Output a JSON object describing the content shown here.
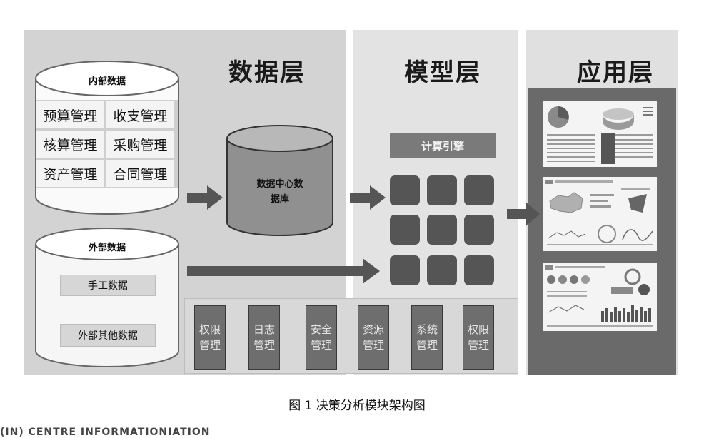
{
  "layers": {
    "data": "数据层",
    "model": "模型层",
    "app": "应用层"
  },
  "internal_data": {
    "title": "内部数据",
    "modules": [
      "预算管理",
      "收支管理",
      "核算管理",
      "采购管理",
      "资产管理",
      "合同管理"
    ]
  },
  "external_data": {
    "title": "外部数据",
    "items": [
      "手工数据",
      "外部其他数据"
    ]
  },
  "center_db": {
    "line1": "数据中心数",
    "line2": "据库"
  },
  "engine": {
    "label": "计算引擎"
  },
  "management": [
    {
      "line1": "权限",
      "line2": "管理"
    },
    {
      "line1": "日志",
      "line2": "管理"
    },
    {
      "line1": "安全",
      "line2": "管理"
    },
    {
      "line1": "资源",
      "line2": "管理"
    },
    {
      "line1": "系统",
      "line2": "管理"
    },
    {
      "line1": "权限",
      "line2": "管理"
    }
  ],
  "caption": "图 1  决策分析模块架构图",
  "bottom_partial": "(IN) CENTRE INFORMATIONIATION"
}
